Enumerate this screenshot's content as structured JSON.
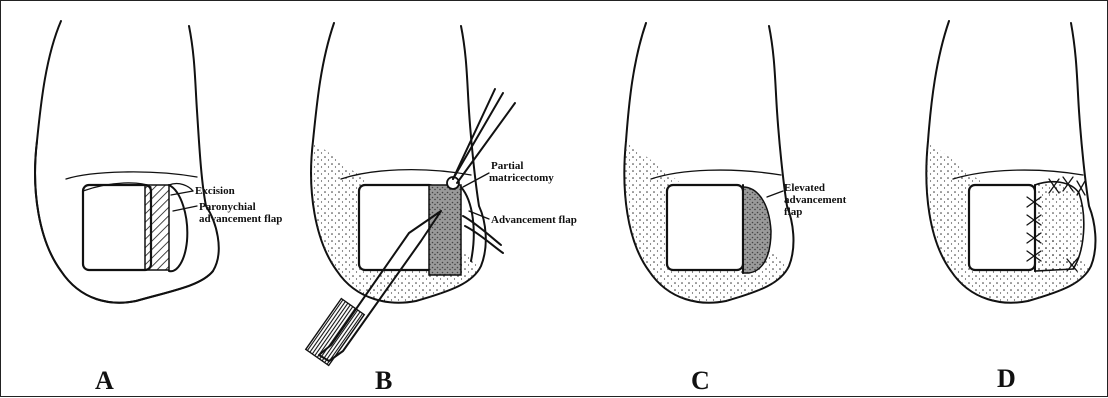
{
  "panels": [
    {
      "id": "A",
      "label": "A",
      "annotations": [
        "Excision",
        "Paronychial",
        "advancement flap"
      ]
    },
    {
      "id": "B",
      "label": "B",
      "annotations": [
        "Partial",
        "matricectomy",
        "Advancement flap"
      ]
    },
    {
      "id": "C",
      "label": "C",
      "annotations": [
        "Elevated",
        "advancement",
        "flap"
      ]
    },
    {
      "id": "D",
      "label": "D",
      "annotations": []
    }
  ],
  "colors": {
    "ink": "#111111",
    "background": "#ffffff"
  }
}
